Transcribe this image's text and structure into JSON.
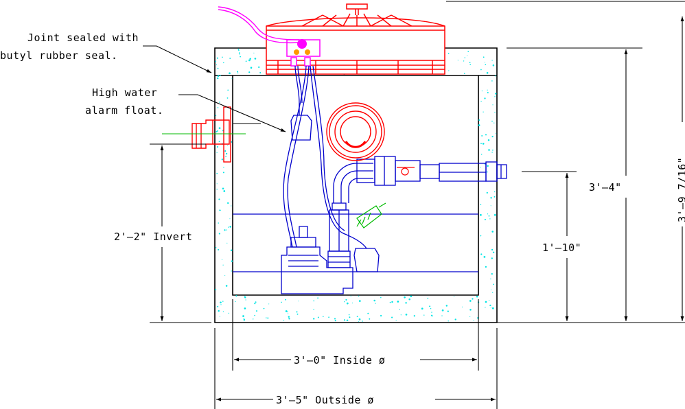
{
  "labels": {
    "joint_line1": "Joint sealed with",
    "joint_line2": "butyl rubber seal.",
    "alarm_line1": "High water",
    "alarm_line2": "alarm float.",
    "invert": "2'–2\" Invert",
    "outlet_height": "1'–10\"",
    "inside_height": "3'–4\"",
    "overall_height": "3'–9 7/16\"",
    "inside_diameter": "3'–0\" Inside ø",
    "outside_diameter": "3'–5\" Outside ø"
  },
  "colors": {
    "concrete": "#000000",
    "concrete_speckle": "#00e5e5",
    "lid": "#ff0000",
    "pump": "#0000cc",
    "alarm_cable": "#ff00ff",
    "float_switch": "#00bb00",
    "dimension": "#000000"
  }
}
